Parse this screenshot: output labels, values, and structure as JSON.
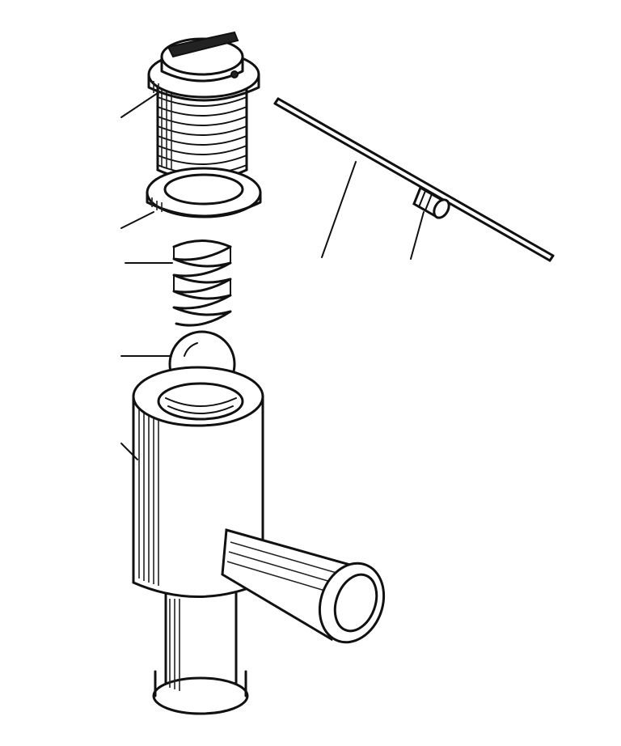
{
  "diagram": {
    "parts": [
      {
        "id": "plug-screw",
        "leader": true
      },
      {
        "id": "washer",
        "leader": true
      },
      {
        "id": "spring",
        "leader": true
      },
      {
        "id": "ball",
        "leader": true
      },
      {
        "id": "tee-body",
        "leader": true
      },
      {
        "id": "rod",
        "leader": true
      },
      {
        "id": "rod-collar",
        "leader": true
      }
    ],
    "colors": {
      "ink": "#111111",
      "paper": "#ffffff"
    }
  }
}
